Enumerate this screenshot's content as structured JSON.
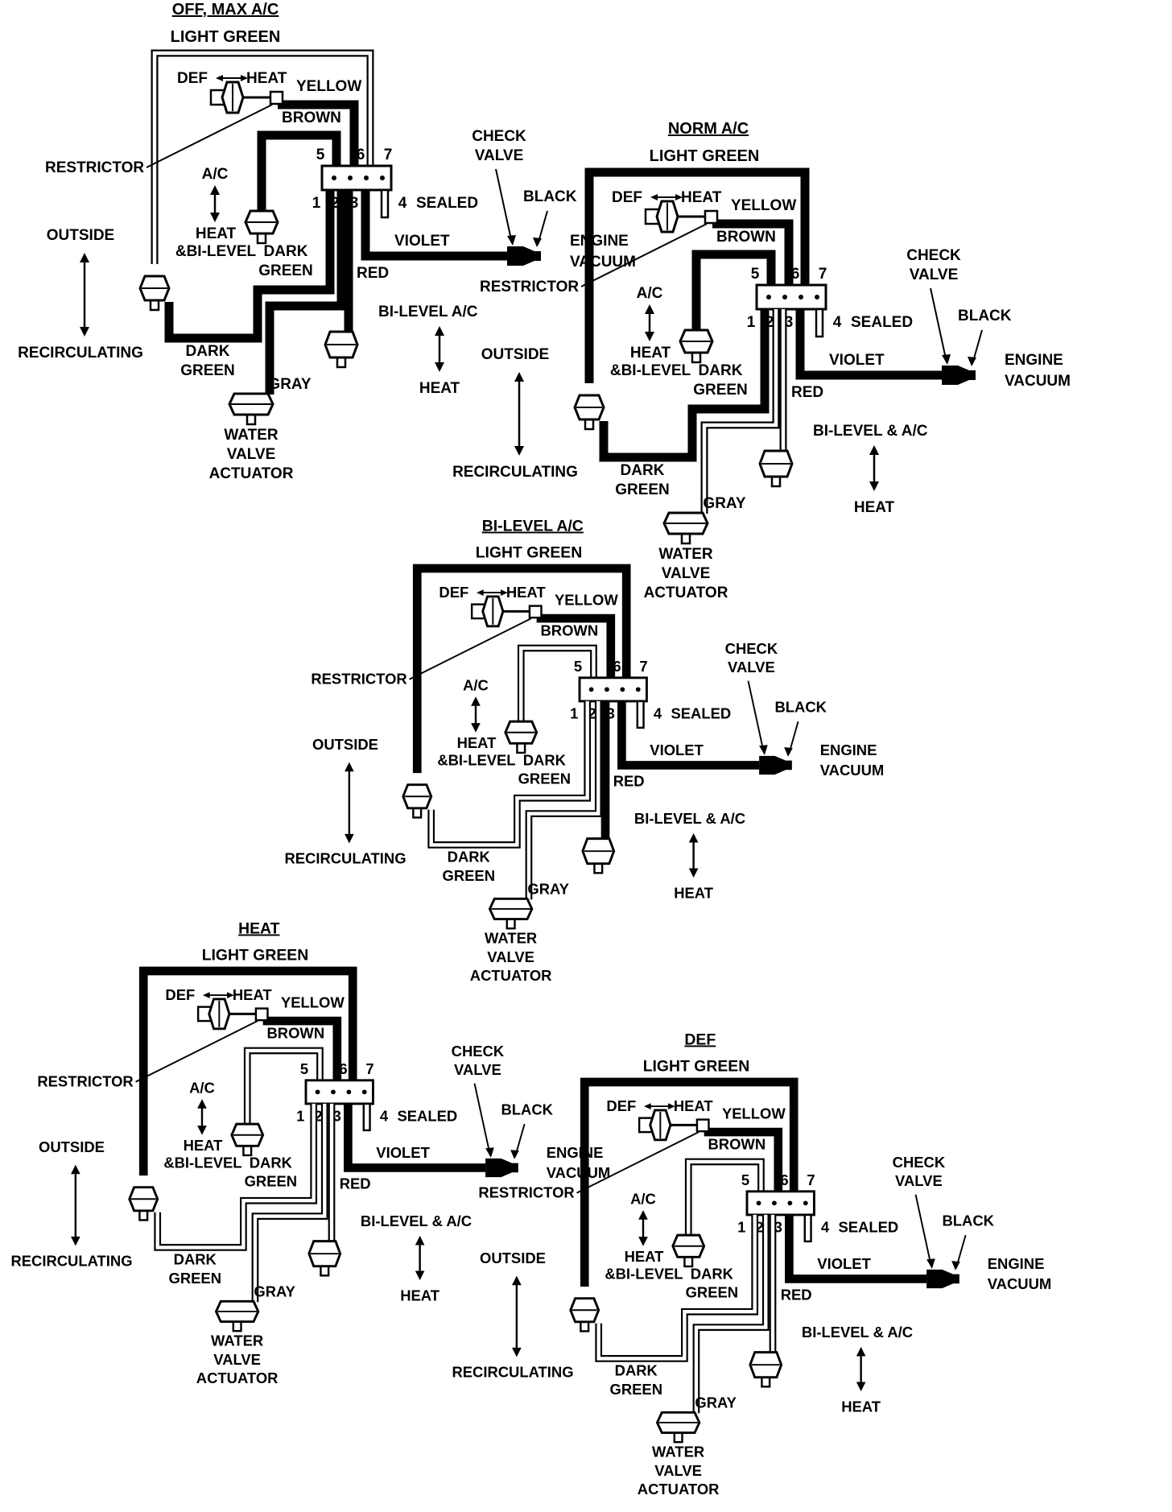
{
  "labels": {
    "light_green": "LIGHT GREEN",
    "def": "DEF",
    "heat_short": "HEAT",
    "yellow": "YELLOW",
    "brown": "BROWN",
    "restrictor": "RESTRICTOR",
    "ac": "A/C",
    "heat_bilevel_1": "HEAT",
    "heat_bilevel_2": "&BI-LEVEL",
    "dark": "DARK",
    "green": "GREEN",
    "outside": "OUTSIDE",
    "recirculating": "RECIRCULATING",
    "gray": "GRAY",
    "water": "WATER",
    "valve": "VALVE",
    "actuator": "ACTUATOR",
    "check": "CHECK",
    "black": "BLACK",
    "engine": "ENGINE",
    "vacuum": "VACUUM",
    "violet": "VIOLET",
    "red": "RED",
    "sealed": "SEALED",
    "port_1": "1",
    "port_2": "2",
    "port_3": "3",
    "port_4": "4",
    "port_5": "5",
    "port_6": "6",
    "port_7": "7",
    "heat": "HEAT"
  },
  "panels": [
    {
      "id": "off-max-ac",
      "title": "OFF, MAX A/C",
      "mode_label": "BI-LEVEL  A/C"
    },
    {
      "id": "norm-ac",
      "title": "NORM A/C",
      "mode_label": "BI-LEVEL & A/C"
    },
    {
      "id": "bi-level-ac",
      "title": "BI-LEVEL A/C",
      "mode_label": "BI-LEVEL & A/C"
    },
    {
      "id": "heat",
      "title": "HEAT",
      "mode_label": "BI-LEVEL  &  A/C"
    },
    {
      "id": "def",
      "title": "DEF",
      "mode_label": "BI-LEVEL  &  A/C"
    }
  ]
}
